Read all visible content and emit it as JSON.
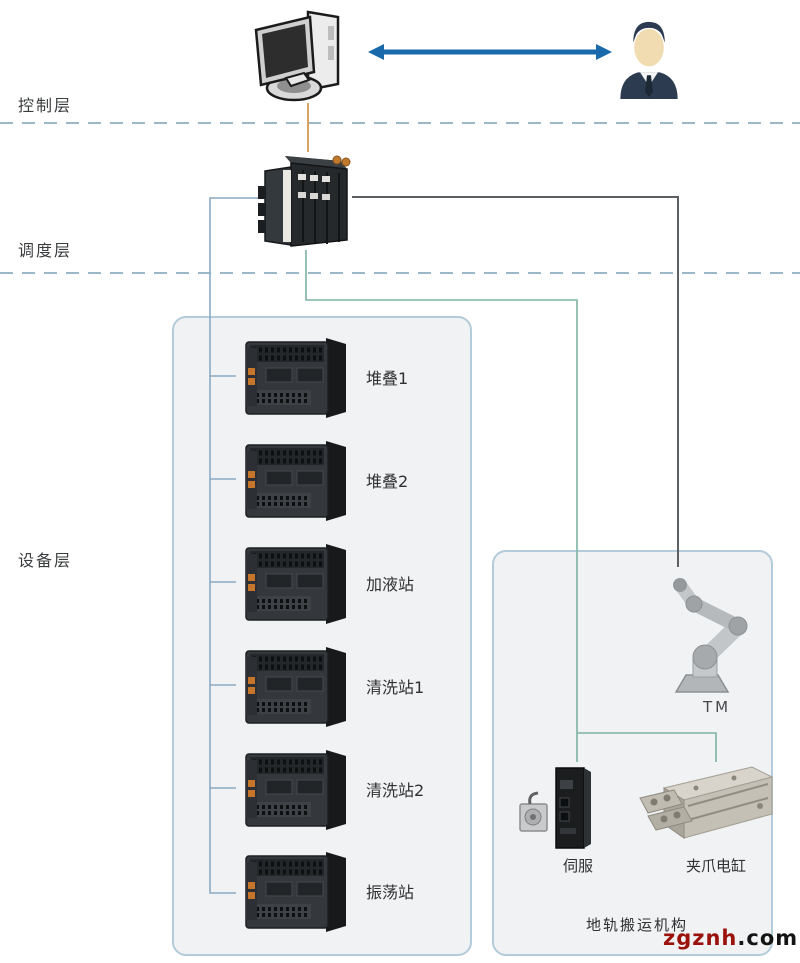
{
  "layers": {
    "control": "控制层",
    "scheduling": "调度层",
    "device": "设备层"
  },
  "stations": [
    {
      "label": "堆叠1"
    },
    {
      "label": "堆叠2"
    },
    {
      "label": "加液站"
    },
    {
      "label": "清洗站1"
    },
    {
      "label": "清洗站2"
    },
    {
      "label": "振荡站"
    }
  ],
  "transport": {
    "robot": "TM",
    "servo": "伺服",
    "gripper": "夹爪电缸",
    "caption": "地轨搬运机构"
  },
  "watermark": {
    "site": "zgznh",
    "tld": ".com"
  },
  "icons": {
    "computer": "desktop-computer-icon",
    "operator": "operator-person-icon",
    "controller": "plc-controller-icon",
    "station": "station-plc-icon",
    "robot": "robot-arm-icon",
    "servo": "servo-drive-icon",
    "gripper": "gripper-cylinder-icon"
  },
  "colors": {
    "arrow_blue": "#1a6aab",
    "bus_blue": "#8ba9c4",
    "branch_teal": "#7fb2a3",
    "gray_line": "#5c6063",
    "orange_line": "#d8a35f",
    "dashed_separator": "#9cb7c8",
    "box_border": "#b3cbda",
    "box_fill": "#f0f2f3",
    "watermark_red": "#9a120b",
    "watermark_black": "#141414"
  }
}
